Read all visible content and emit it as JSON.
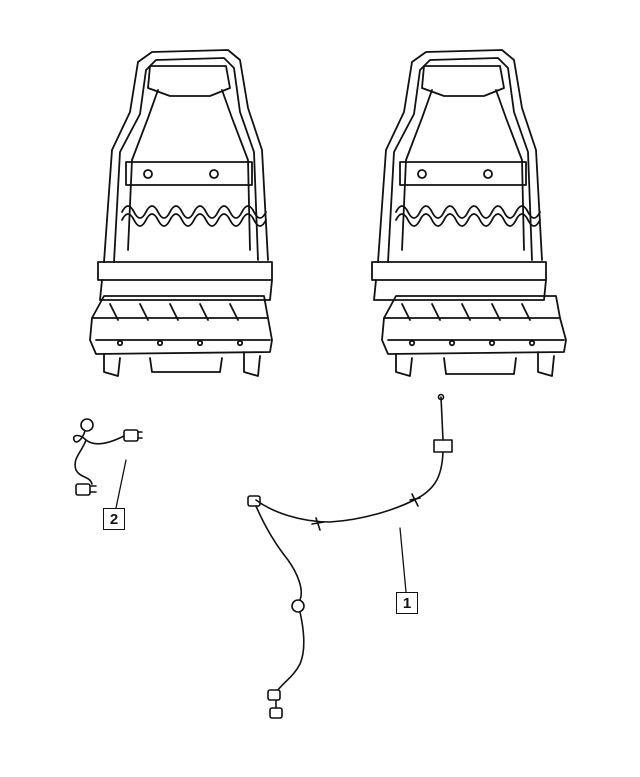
{
  "callouts": [
    {
      "id": "callout-1",
      "label": "1"
    },
    {
      "id": "callout-2",
      "label": "2"
    }
  ],
  "colors": {
    "line": "#111111",
    "background": "#ffffff"
  }
}
